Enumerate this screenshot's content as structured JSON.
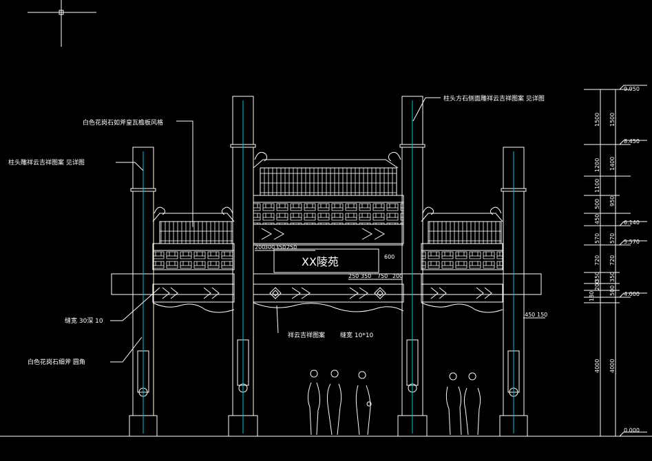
{
  "annotations": {
    "pillar_top_pattern": "柱头雕祥云吉祥图案 见详图",
    "roof_material": "白色花岗石如斧皇瓦檐板风格",
    "pillar_head_right": "柱头方石侧面雕祥云吉祥图案 见详图",
    "groove_left": "缝宽 30深 10",
    "pillar_body": "白色花岗石细斧 圆角",
    "auspicious_pattern": "祥云吉祥图案",
    "groove_center": "缝宽 10*10"
  },
  "plaque_text": "XX陵苑",
  "dimensions_small": {
    "plaque_top": [
      "200",
      "300",
      "350",
      "250"
    ],
    "plaque_right": "600",
    "beam_segments": [
      "250",
      "350",
      "750",
      "200"
    ],
    "right_detail": [
      "450",
      "150"
    ]
  },
  "elevation_marks": [
    "9.950",
    "8.450",
    "6.140",
    "5.570",
    "4.000",
    "0.000"
  ],
  "dim_col1": [
    "1500",
    "1200",
    "1100",
    "500",
    "450",
    "570",
    "720",
    "350",
    "200",
    "180",
    "4000"
  ],
  "dim_col2": [
    "1500",
    "1400",
    "950",
    "570",
    "720",
    "350",
    "500",
    "4000"
  ]
}
